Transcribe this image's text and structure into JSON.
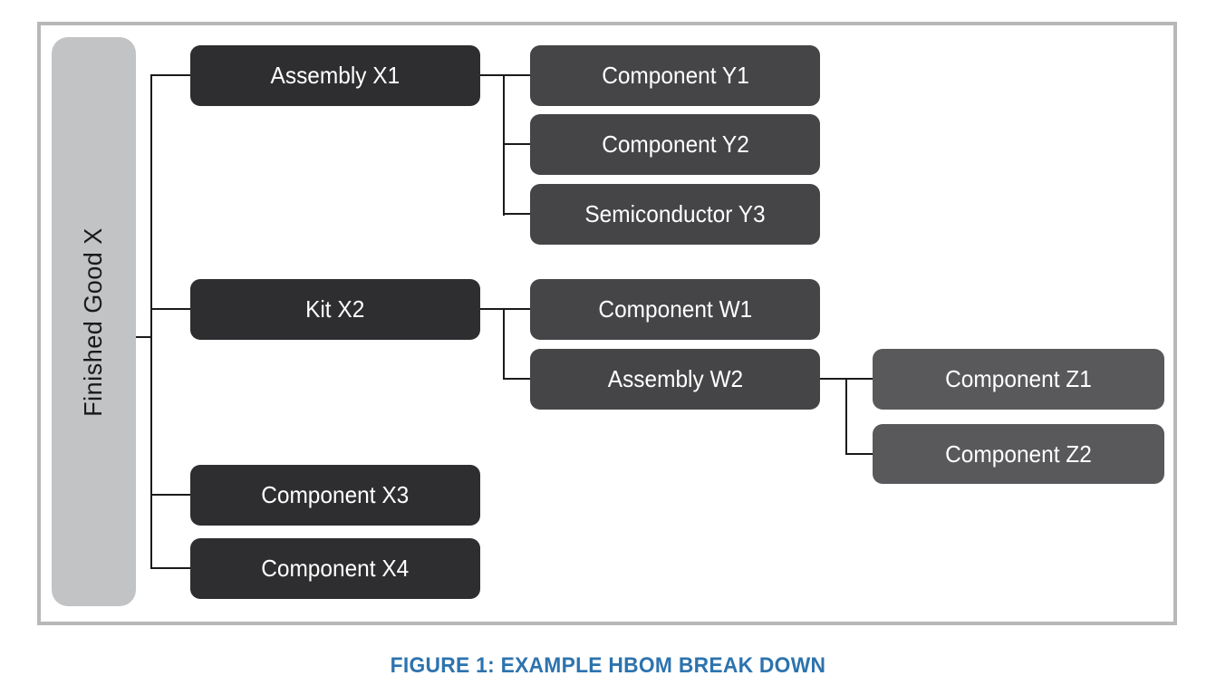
{
  "figure": {
    "caption": "FIGURE 1: EXAMPLE HBOM BREAK DOWN"
  },
  "colors": {
    "background": "#ffffff",
    "frame-border": "#b7b8ba",
    "root-fill": "#c2c3c5",
    "root-text": "#1a1a1a",
    "level1-fill": "#2e2e30",
    "level2-fill": "#454547",
    "level3-fill": "#59595b",
    "node-text": "#ffffff",
    "connector": "#1a1a1a",
    "caption-color": "#2d73ae"
  },
  "tree": {
    "root": {
      "label": "Finished Good X"
    },
    "level1": [
      {
        "label": "Assembly X1",
        "children": [
          {
            "label": "Component Y1"
          },
          {
            "label": "Component Y2"
          },
          {
            "label": "Semiconductor Y3"
          }
        ]
      },
      {
        "label": "Kit X2",
        "children": [
          {
            "label": "Component W1"
          },
          {
            "label": "Assembly W2",
            "children": [
              {
                "label": "Component Z1"
              },
              {
                "label": "Component Z2"
              }
            ]
          }
        ]
      },
      {
        "label": "Component X3",
        "children": []
      },
      {
        "label": "Component X4",
        "children": []
      }
    ]
  }
}
